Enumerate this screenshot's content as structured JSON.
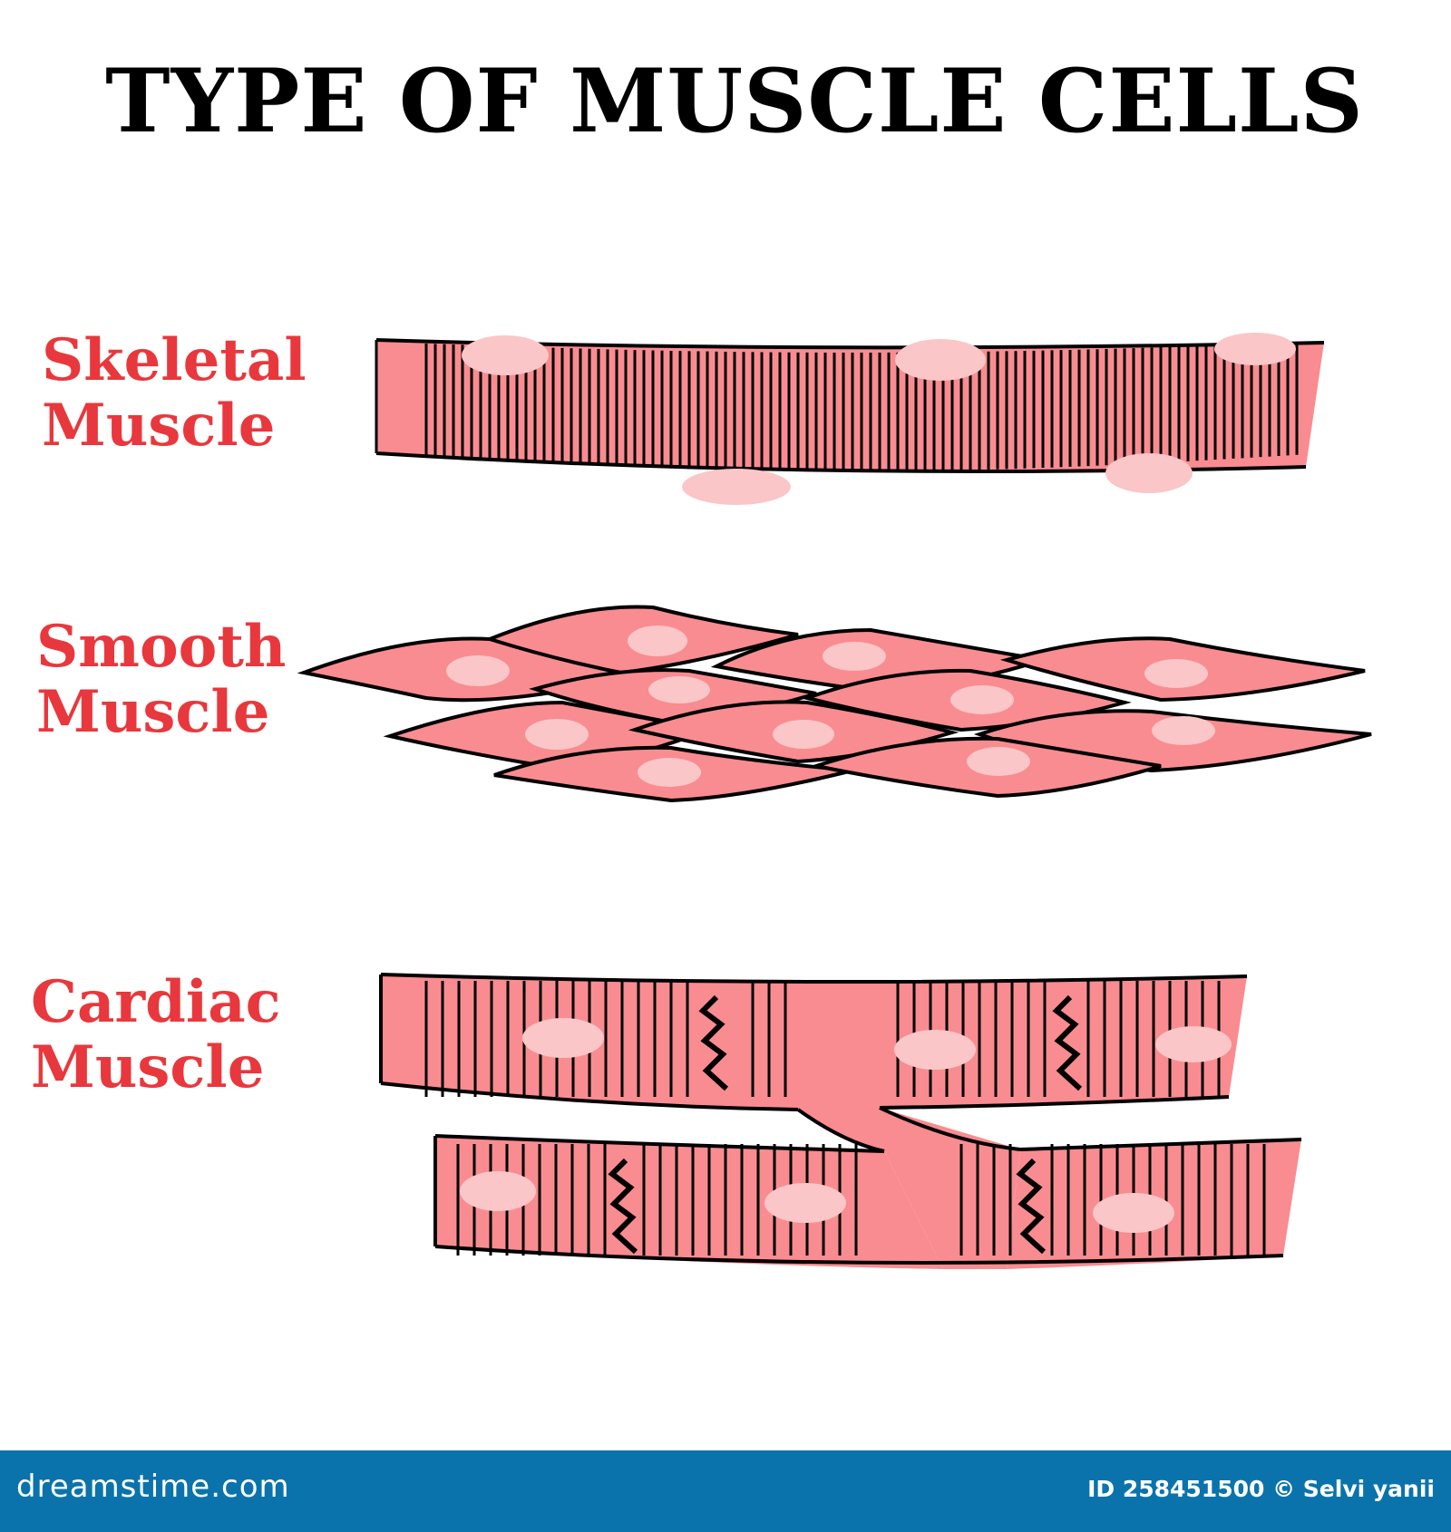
{
  "title": "TYPE OF MUSCLE CELLS",
  "labels": {
    "skeletal": [
      "Skeletal",
      "Muscle"
    ],
    "smooth": [
      "Smooth",
      "Muscle"
    ],
    "cardiac": [
      "Cardiac",
      "Muscle"
    ]
  },
  "footer": {
    "brand": "dreamstime.com",
    "credit": "ID 258451500 © Selvi yanii"
  },
  "colors": {
    "title": "#000000",
    "label": "#e8383d",
    "cell_fill": "#f98c90",
    "nucleus": "#fbc6c8",
    "outline": "#000000",
    "footer_bg": "#0b73ab"
  }
}
